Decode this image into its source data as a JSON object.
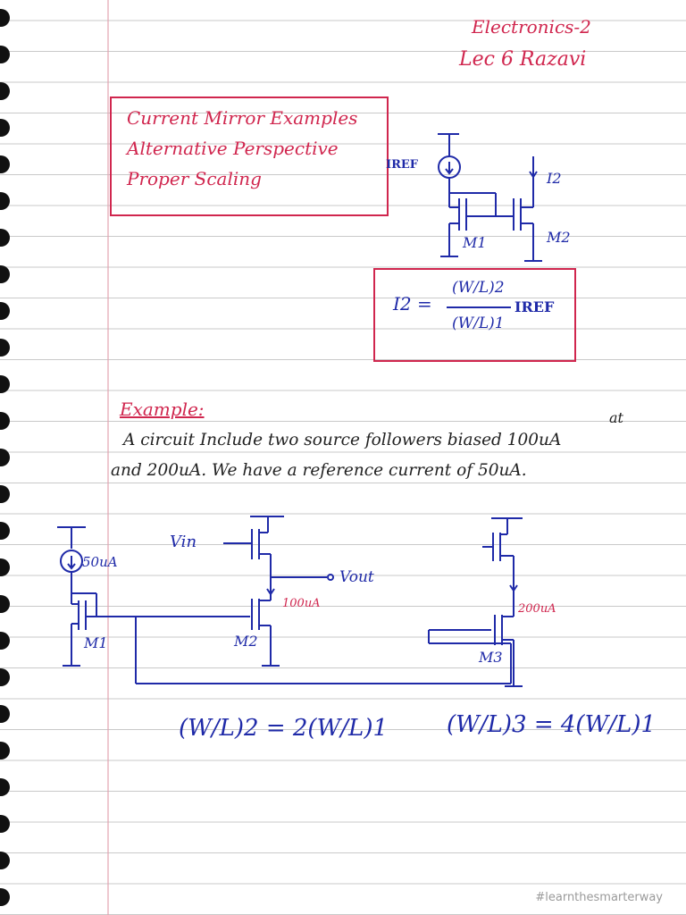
{
  "header": {
    "course": "Electronics-2",
    "lecture": "Lec 6 Razavi"
  },
  "topics_box": {
    "lines": [
      "Current Mirror Examples",
      "Alternative Perspective",
      "Proper Scaling"
    ]
  },
  "mirror_circuit": {
    "source_label": "IREF",
    "output_current": "I2",
    "m1": "M1",
    "m2": "M2"
  },
  "formula_box": {
    "lhs": "I2 =",
    "num": "(W/L)2",
    "den": "(W/L)1",
    "ref": "IREF"
  },
  "example": {
    "title": "Example:",
    "insert": "at",
    "line1": "A circuit Include two source followers biased 100uA",
    "line2": "and 200uA. We have a reference current of 50uA."
  },
  "circuit2": {
    "ref": "50uA",
    "vin": "Vin",
    "vout": "Vout",
    "i1": "100uA",
    "i2": "200uA",
    "m1": "M1",
    "m2": "M2",
    "m3": "M3"
  },
  "equations": {
    "eq1": "(W/L)2 = 2(W/L)1",
    "eq2": "(W/L)3 = 4(W/L)1"
  },
  "watermark": "#learnthesmarterway",
  "colors": {
    "red_ink": "#d0264e",
    "blue_ink": "#1f2aa8",
    "rule_line": "#c9c9c9",
    "margin_line": "#e2a3b0"
  }
}
